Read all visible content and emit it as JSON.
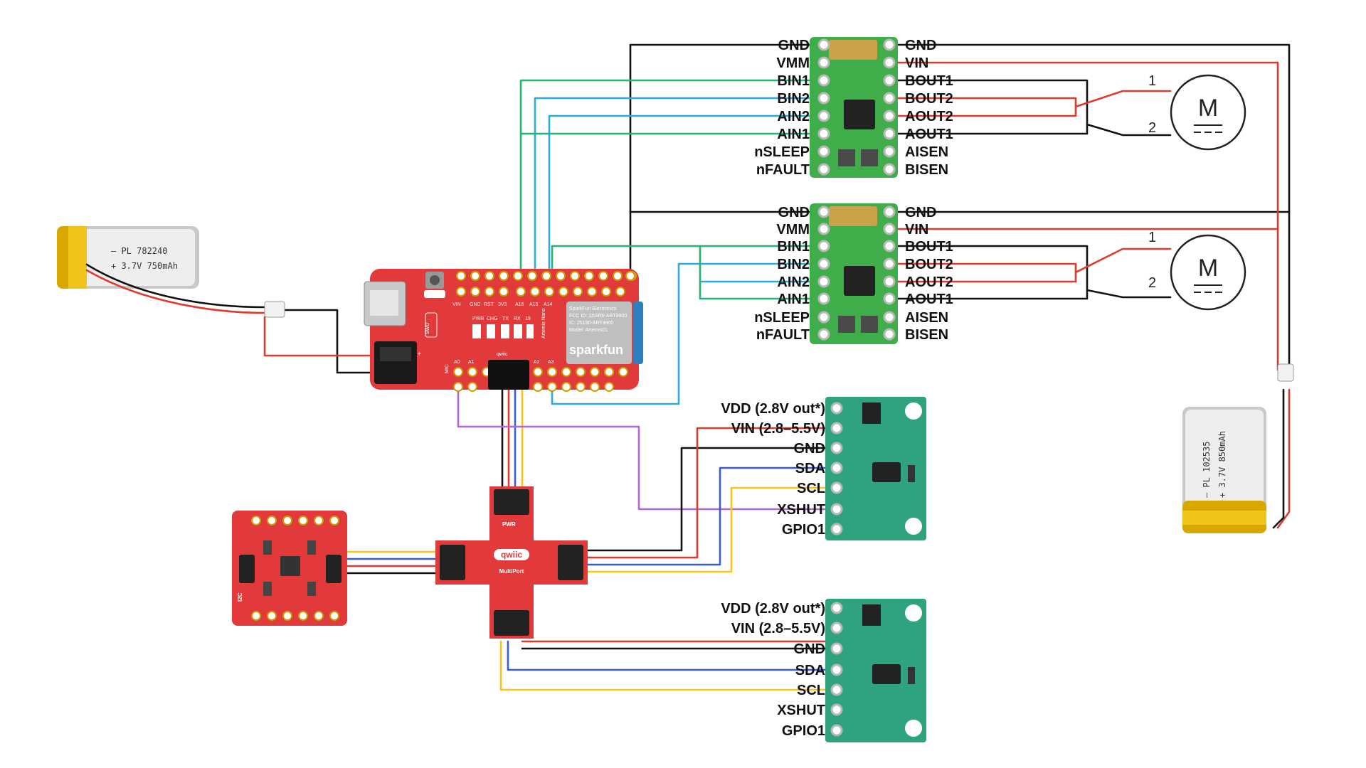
{
  "colors": {
    "black_wire": "#111111",
    "red_wire": "#e03a2f",
    "green_wire": "#22b573",
    "cyan_wire": "#29abe2",
    "blue_wire": "#3b5bdb",
    "yellow_wire": "#fcc419",
    "purple_wire": "#b266d8",
    "sparkfun_red": "#e23a3a",
    "pololu_green": "#3fae4a",
    "sensor_teal": "#2fa37f"
  },
  "motor_driver_1": {
    "left_pins": [
      "GND",
      "VMM",
      "BIN1",
      "BIN2",
      "AIN2",
      "AIN1",
      "nSLEEP",
      "nFAULT"
    ],
    "right_pins": [
      "GND",
      "VIN",
      "BOUT1",
      "BOUT2",
      "AOUT2",
      "AOUT1",
      "AISEN",
      "BISEN"
    ]
  },
  "motor_driver_2": {
    "left_pins": [
      "GND",
      "VMM",
      "BIN1",
      "BIN2",
      "AIN2",
      "AIN1",
      "nSLEEP",
      "nFAULT"
    ],
    "right_pins": [
      "GND",
      "VIN",
      "BOUT1",
      "BOUT2",
      "AOUT2",
      "AOUT1",
      "AISEN",
      "BISEN"
    ]
  },
  "motor_1": {
    "symbol": "M",
    "pin_a": "1",
    "pin_b": "2"
  },
  "motor_2": {
    "symbol": "M",
    "pin_a": "1",
    "pin_b": "2"
  },
  "tof_sensor_1": {
    "pins": [
      "VDD (2.8V out*)",
      "VIN (2.8–5.5V)",
      "GND",
      "SDA",
      "SCL",
      "XSHUT",
      "GPIO1"
    ]
  },
  "tof_sensor_2": {
    "pins": [
      "VDD (2.8V out*)",
      "VIN (2.8–5.5V)",
      "GND",
      "SDA",
      "SCL",
      "XSHUT",
      "GPIO1"
    ]
  },
  "battery_1": {
    "line1": "– PL 782240",
    "line2": "+ 3.7V 750mAh"
  },
  "battery_2": {
    "line1": "– PL 102535",
    "line2": "+ 3.7V 850mAh"
  },
  "microcontroller": {
    "reset": "RST",
    "top_pins": [
      "VIN",
      "GND",
      "RST",
      "3V3",
      "A16",
      "A15",
      "A14"
    ],
    "bottom_pins": [
      "A0",
      "A1",
      "A2",
      "A3"
    ],
    "mid_labels": [
      "PWR",
      "CHG",
      "TX",
      "RX",
      "19"
    ],
    "side_labels": [
      "SWD",
      "MIC",
      "qwiic",
      "Artemis Nano"
    ],
    "module_lines": [
      "SparkFun Electronics",
      "FCC ID: 2ASR6-ART3900",
      "IC: 25180-ART3900",
      "Model: Artemis01"
    ],
    "brand": "sparkfun"
  },
  "multiport": {
    "top": "PWR",
    "brand": "qwiic",
    "name": "MultiPort"
  },
  "imu_board": {
    "label": "I2C"
  }
}
